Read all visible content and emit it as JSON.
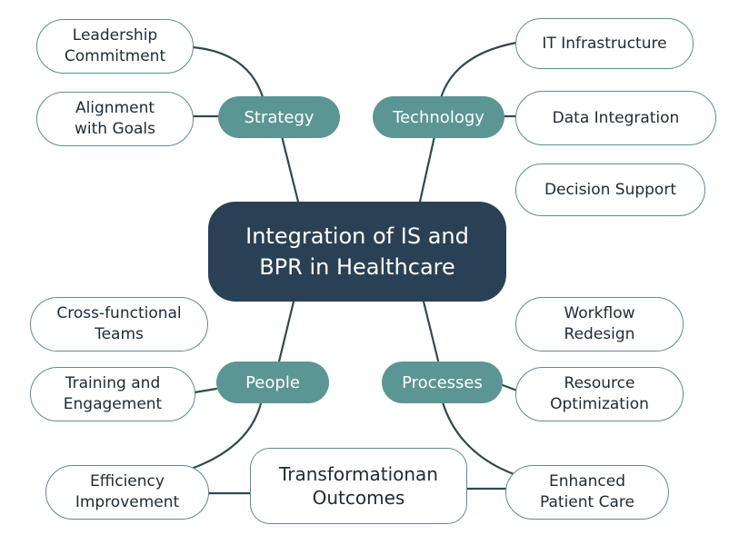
{
  "center": {
    "label": "Integration of IS and\nBPR in Healthcare"
  },
  "branches": {
    "strategy": "Strategy",
    "technology": "Technology",
    "people": "People",
    "processes": "Processes"
  },
  "strategy_items": [
    "Leadership\nCommitment",
    "Alignment\nwith Goals"
  ],
  "technology_items": [
    "IT Infrastructure",
    "Data Integration",
    "Decision Support"
  ],
  "people_items": [
    "Cross-functional\nTeams",
    "Training and\nEngagement"
  ],
  "processes_items": [
    "Workflow\nRedesign",
    "Resource\nOptimization"
  ],
  "outcomes": {
    "title": "Transformationan\nOutcomes",
    "items": [
      "Efficiency\nImprovement",
      "Enhanced\nPatient Care"
    ]
  },
  "colors": {
    "center_fill": "#2a4155",
    "branch_fill": "#5b9594",
    "connector": "#2f4a4d",
    "leaf_border": "#5b8e8e"
  }
}
